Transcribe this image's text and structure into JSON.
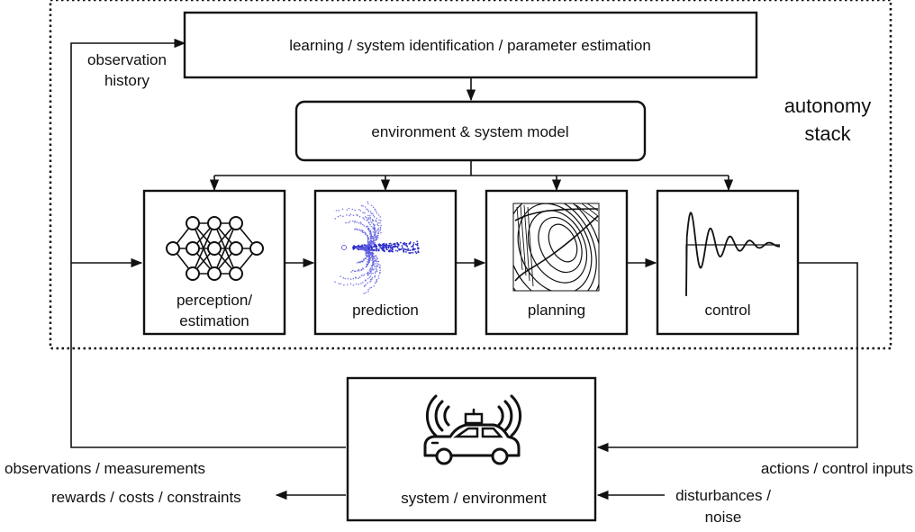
{
  "stack_label_line1": "autonomy",
  "stack_label_line2": "stack",
  "learning_box": "learning / system identification / parameter estimation",
  "model_box": "environment & system model",
  "perception_line1": "perception/",
  "perception_line2": "estimation",
  "prediction": "prediction",
  "planning": "planning",
  "control": "control",
  "system_box": "system / environment",
  "observation_history_line1": "observation",
  "observation_history_line2": "history",
  "observations_label": "observations / measurements",
  "rewards_label": "rewards / costs / constraints",
  "actions_label": "actions / control inputs",
  "disturbances_line1": "disturbances /",
  "disturbances_line2": "noise",
  "icons": [
    "neural-network-icon",
    "trajectory-scatter-icon",
    "contour-plot-icon",
    "step-response-icon",
    "autonomous-car-icon"
  ]
}
